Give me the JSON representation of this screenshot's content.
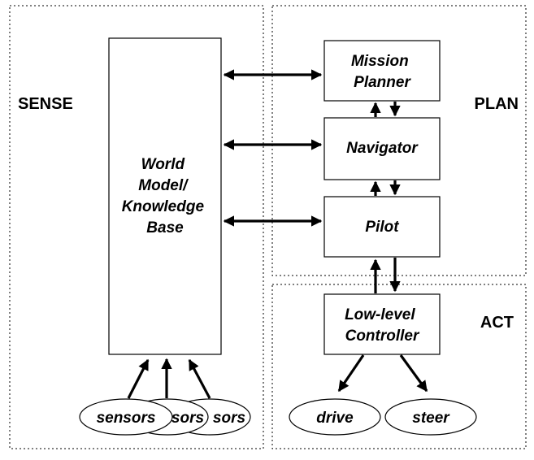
{
  "regions": {
    "sense": "SENSE",
    "plan": "PLAN",
    "act": "ACT"
  },
  "world_model": {
    "line1": "World",
    "line2": "Model/",
    "line3": "Knowledge",
    "line4": "Base"
  },
  "mission_planner": {
    "line1": "Mission",
    "line2": "Planner"
  },
  "navigator": {
    "label": "Navigator"
  },
  "pilot": {
    "label": "Pilot"
  },
  "controller": {
    "line1": "Low-level",
    "line2": "Controller"
  },
  "sensors": {
    "s1": "sensors",
    "s2": "sors",
    "s3": "sors"
  },
  "actuators": {
    "drive": "drive",
    "steer": "steer"
  }
}
